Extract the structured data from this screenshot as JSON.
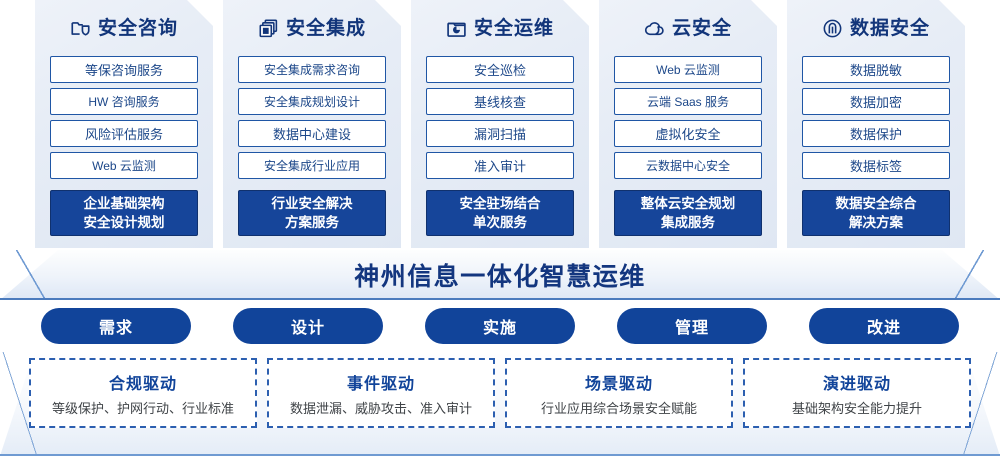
{
  "columns": [
    {
      "icon": "folder-shield-icon",
      "title": "安全咨询",
      "items": [
        "等保咨询服务",
        "HW 咨询服务",
        "风险评估服务",
        "Web 云监测"
      ],
      "footer": [
        "企业基础架构",
        "安全设计规划"
      ]
    },
    {
      "icon": "stacked-documents-icon",
      "title": "安全集成",
      "items": [
        "安全集成需求咨询",
        "安全集成规划设计",
        "数据中心建设",
        "安全集成行业应用"
      ],
      "footer": [
        "行业安全解决",
        "方案服务"
      ]
    },
    {
      "icon": "folder-piechart-icon",
      "title": "安全运维",
      "items": [
        "安全巡检",
        "基线核查",
        "漏洞扫描",
        "准入审计"
      ],
      "footer": [
        "安全驻场结合",
        "单次服务"
      ]
    },
    {
      "icon": "cloud-icon",
      "title": "云安全",
      "items": [
        "Web 云监测",
        "云端 Saas 服务",
        "虚拟化安全",
        "云数据中心安全"
      ],
      "footer": [
        "整体云安全规划",
        "集成服务"
      ]
    },
    {
      "icon": "fingerprint-icon",
      "title": "数据安全",
      "items": [
        "数据脱敏",
        "数据加密",
        "数据保护",
        "数据标签"
      ],
      "footer": [
        "数据安全综合",
        "解决方案"
      ]
    }
  ],
  "banner": {
    "text": "神州信息一体化智慧运维"
  },
  "pills": [
    {
      "label": "需求"
    },
    {
      "label": "设计"
    },
    {
      "label": "实施"
    },
    {
      "label": "管理"
    },
    {
      "label": "改进"
    }
  ],
  "drivers": [
    {
      "title": "合规驱动",
      "desc": "等级保护、护网行动、行业标准"
    },
    {
      "title": "事件驱动",
      "desc": "数据泄漏、威胁攻击、准入审计"
    },
    {
      "title": "场景驱动",
      "desc": "行业应用综合场景安全赋能"
    },
    {
      "title": "演进驱动",
      "desc": "基础架构安全能力提升"
    }
  ],
  "colors": {
    "brand_blue": "#11449a",
    "deep_blue": "#12357a",
    "card_border": "#1f56a5",
    "edge_blue": "#6f9ad2"
  }
}
